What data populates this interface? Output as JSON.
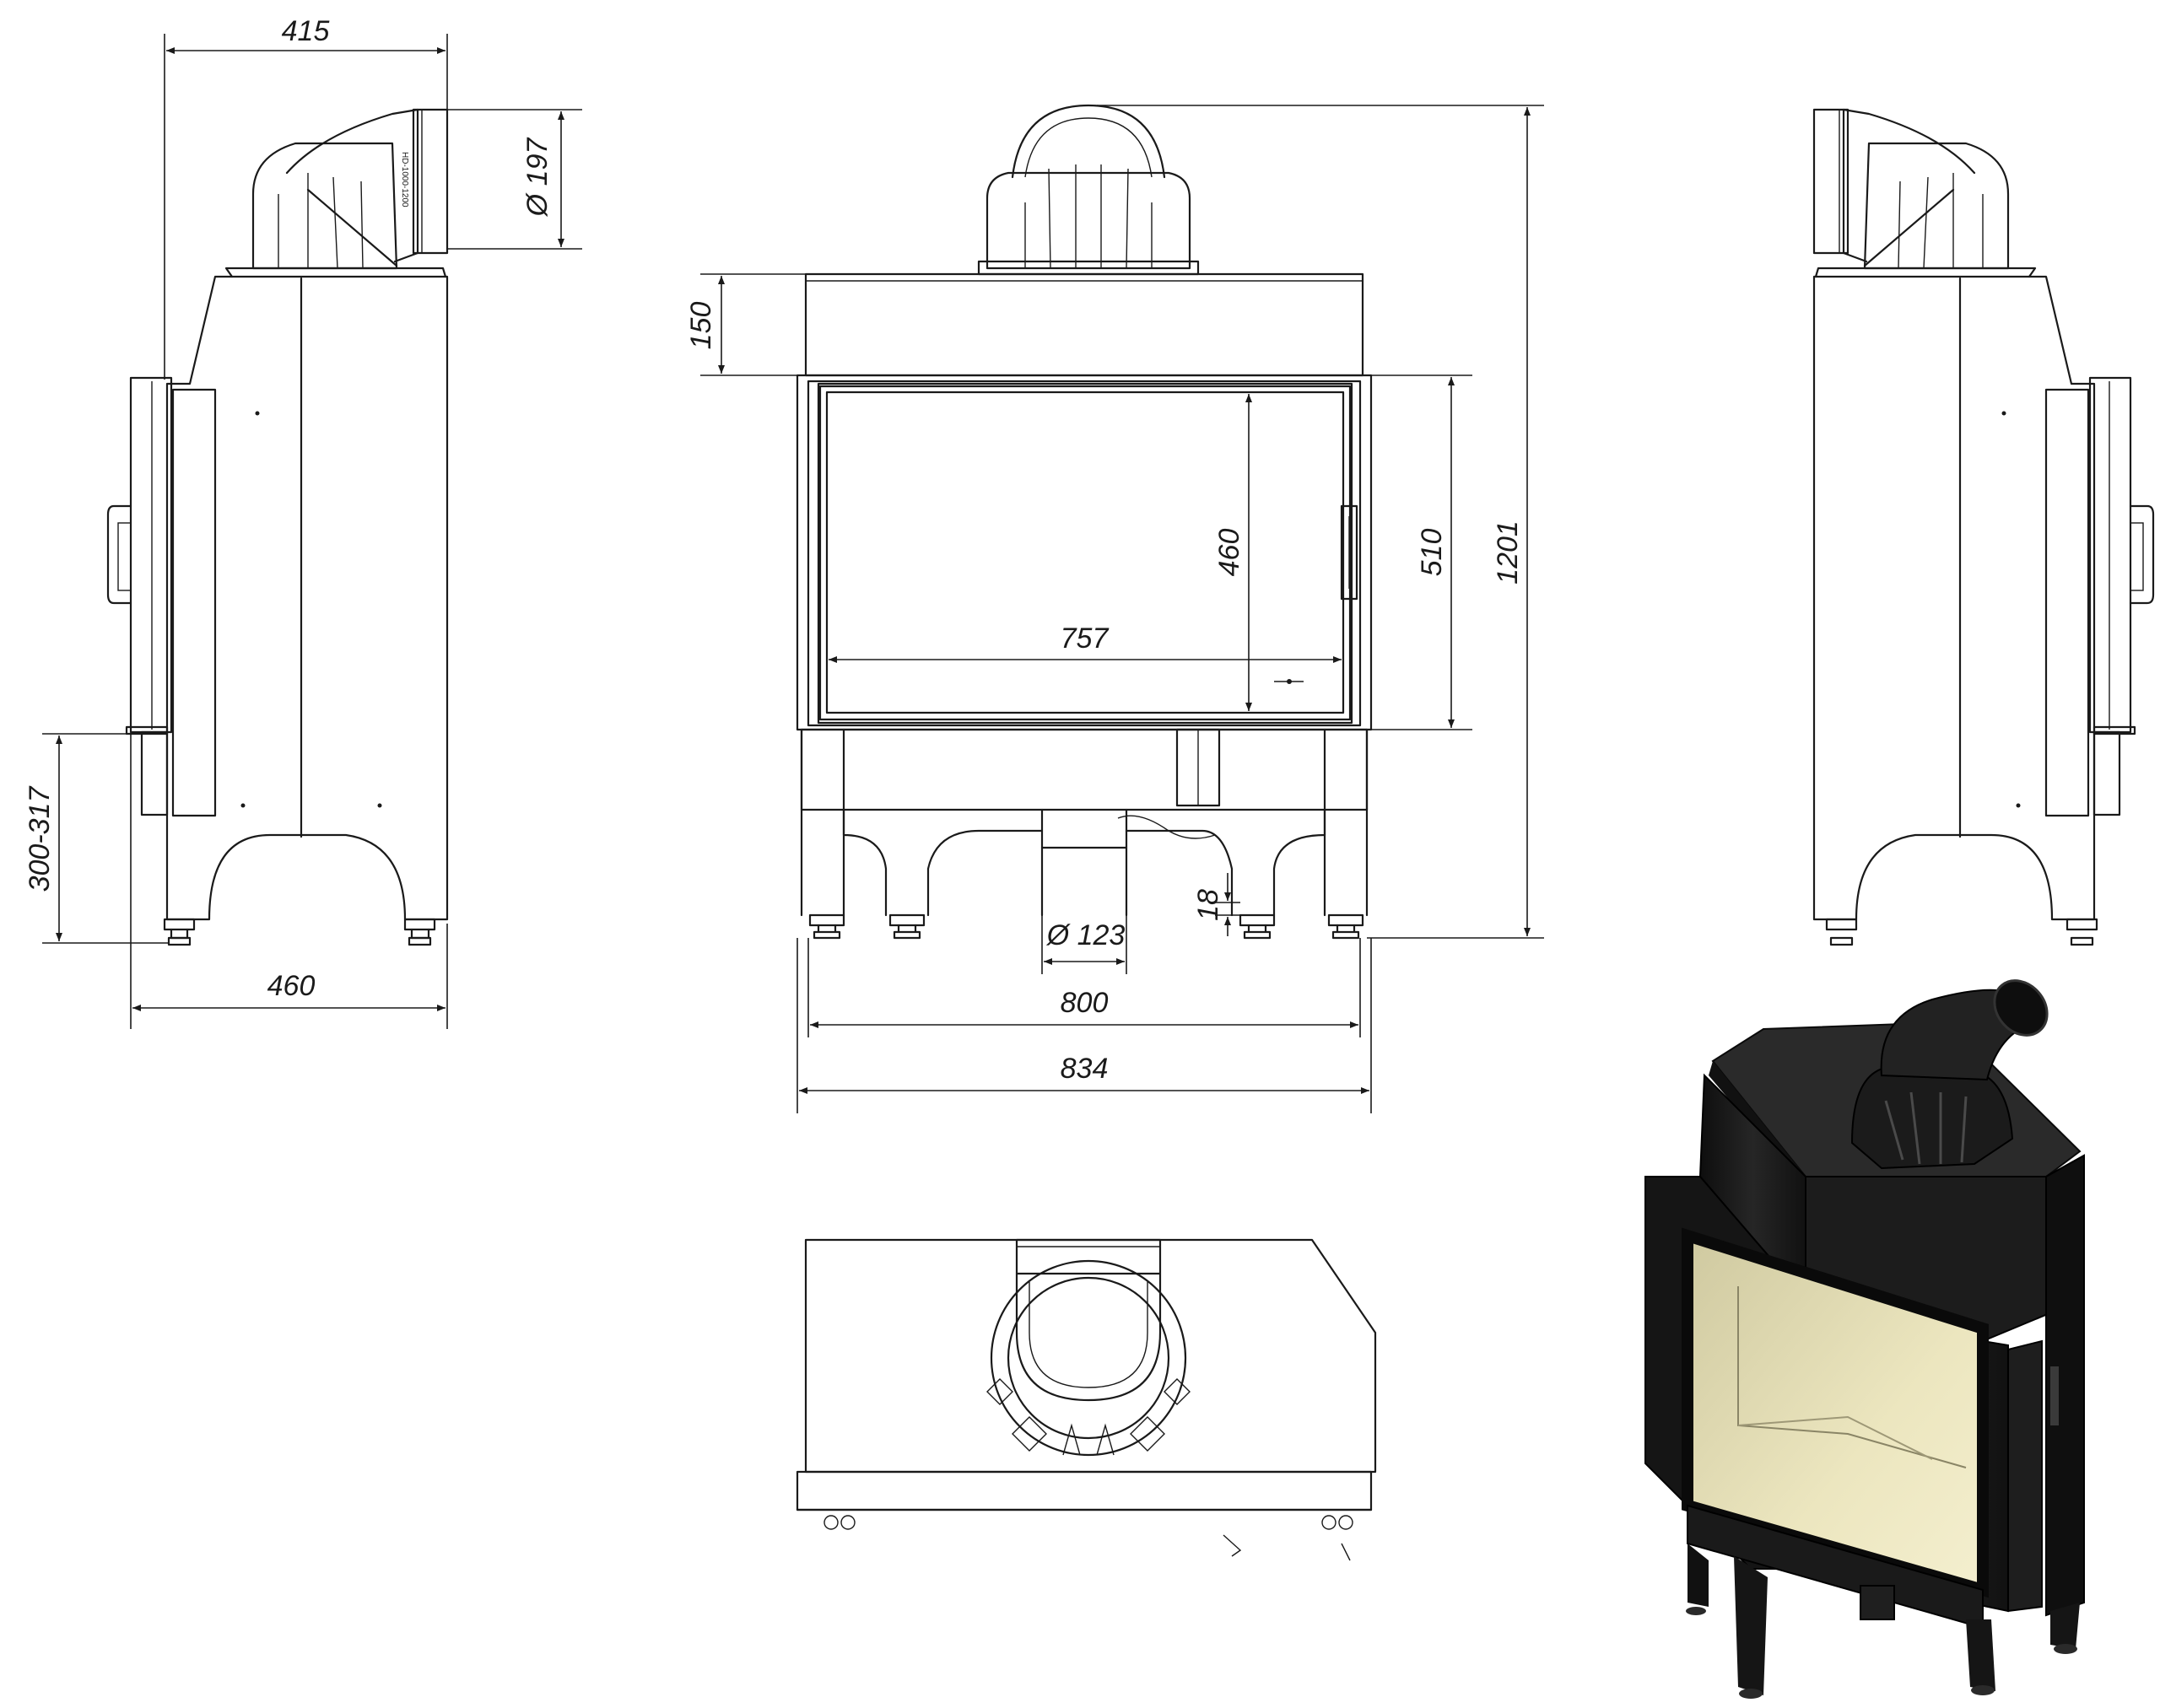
{
  "dimensions": {
    "side_depth_top": "415",
    "flue_outlet_diameter": "Ø 197",
    "side_depth_base": "460",
    "leg_height": "300-317",
    "top_section_height": "150",
    "glass_height": "460",
    "door_height": "510",
    "total_height": "1201",
    "glass_width": "757",
    "air_inlet_diameter": "Ø 123",
    "foot_height": "18",
    "inner_width": "800",
    "total_width": "834"
  },
  "labels": {
    "collar_marking": "HD-1000-1200"
  },
  "colors": {
    "line": "#1a1a1a",
    "body_dark": "#1c1c1c",
    "glass": "#e6dfb4"
  }
}
